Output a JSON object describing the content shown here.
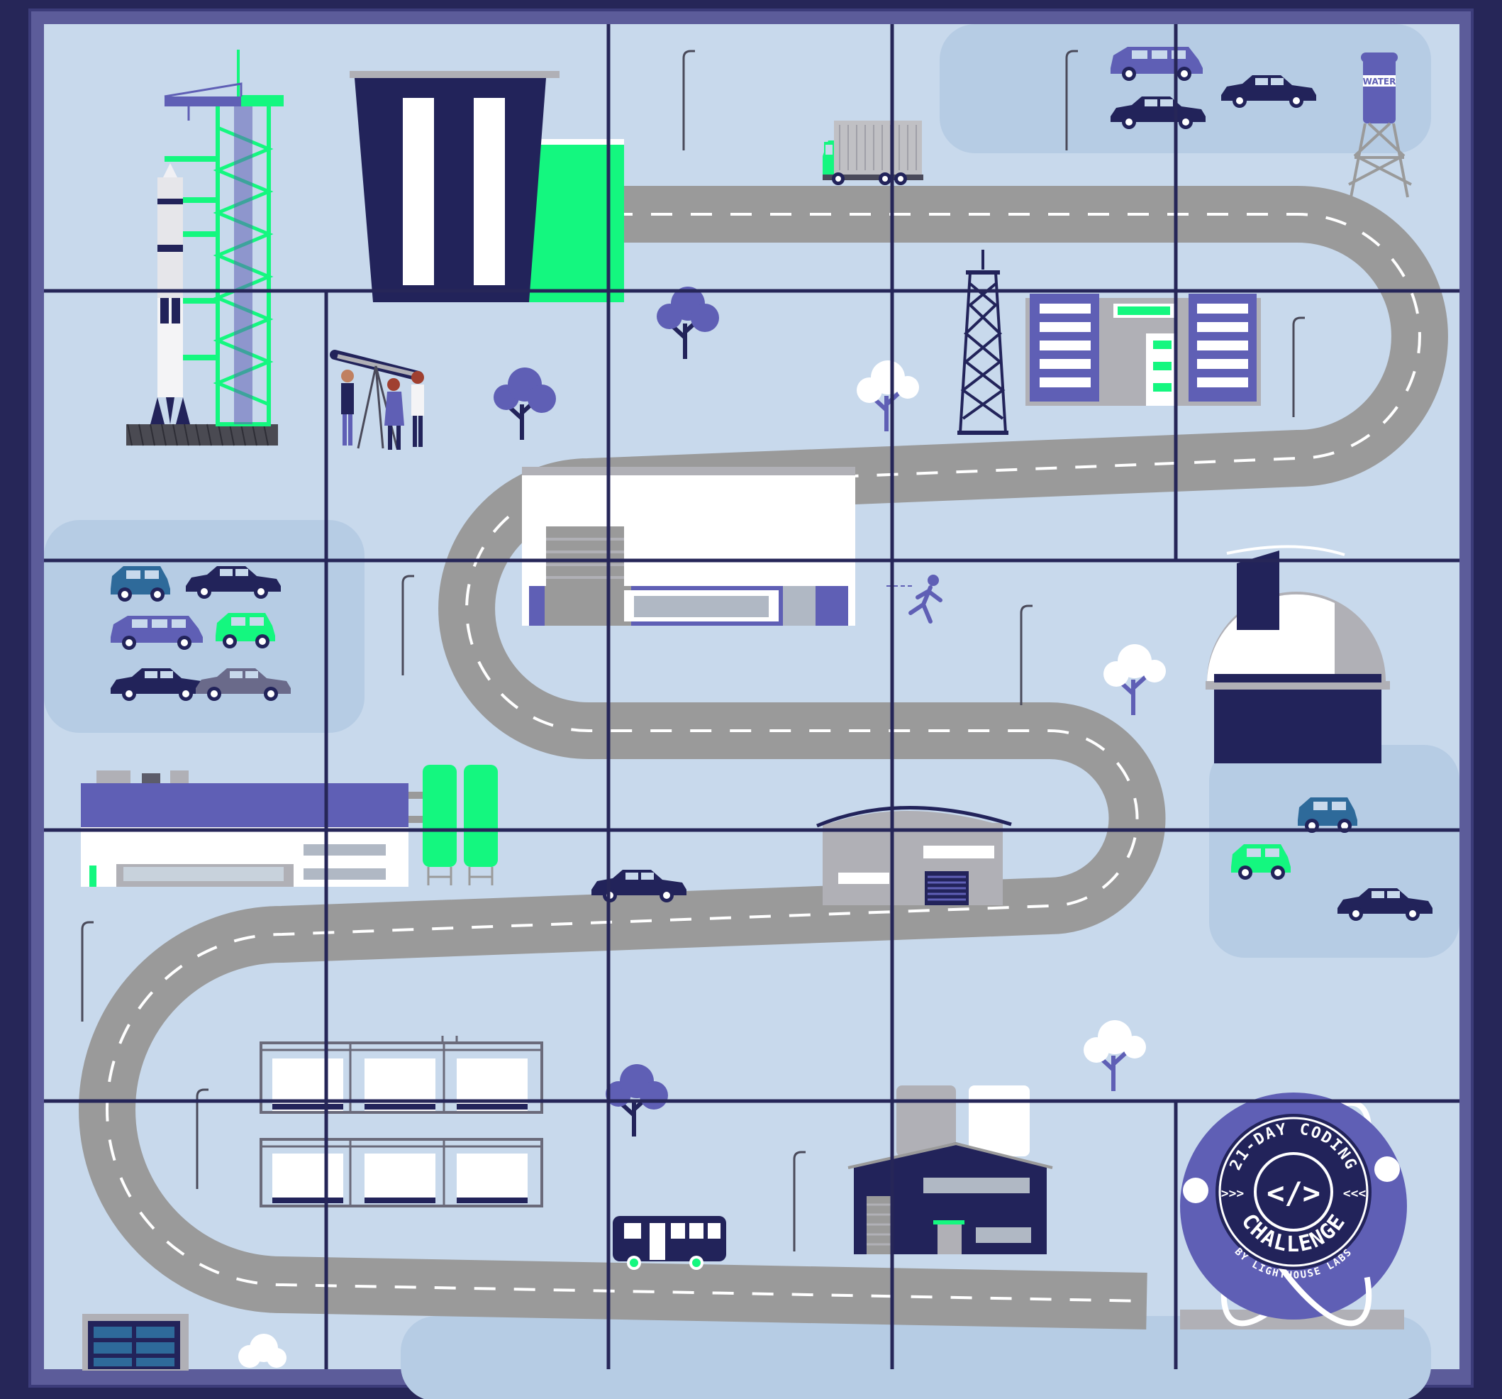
{
  "game": {
    "grid": {
      "rows": 5,
      "cols": 5
    },
    "landmarks": [
      {
        "name": "rocket-launch-pad"
      },
      {
        "name": "mission-control"
      },
      {
        "name": "observatory"
      },
      {
        "name": "hangar"
      },
      {
        "name": "warehouse"
      },
      {
        "name": "factory"
      },
      {
        "name": "office-building"
      },
      {
        "name": "radio-tower"
      },
      {
        "name": "water-tower"
      },
      {
        "name": "parking-lot"
      }
    ],
    "water_tower": {
      "label": "WATER"
    },
    "badge": {
      "top_text": "21-DAY CODING",
      "main_text": "CHALLENGE",
      "sub_text": "BY LIGHTHOUSE LABS",
      "left_chevrons": ">>>",
      "right_chevrons": "<<<",
      "center_symbol": "</>"
    },
    "colors": {
      "frame": "#262658",
      "frame_border": "#5c5c9a",
      "background": "#c8d9ec",
      "lot": "#b6cce4",
      "road": "#9a9a9a",
      "road_marking": "#ffffff",
      "accent_green": "#14f77f",
      "purple": "#5f5fb5",
      "navy": "#22235a",
      "grid_line": "#262658"
    }
  }
}
